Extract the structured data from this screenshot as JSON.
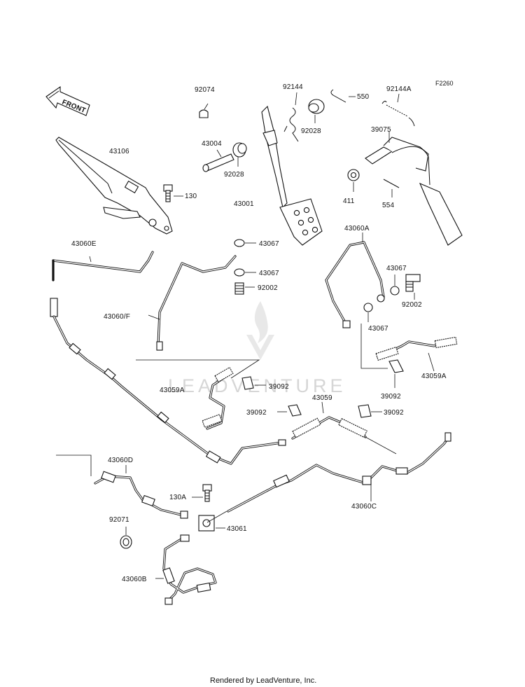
{
  "diagram_code": "F2260",
  "front_label": "FRONT",
  "footer": "Rendered by LeadVenture, Inc.",
  "watermark": "LEADVENTURE",
  "colors": {
    "ink": "#111111",
    "watermark": "#d6d6d6",
    "background": "#ffffff"
  },
  "parts": {
    "p92074": "92074",
    "p92144": "92144",
    "p550": "550",
    "p92144A": "92144A",
    "p43004": "43004",
    "p92028a": "92028",
    "p92028b": "92028",
    "p39075": "39075",
    "p43106": "43106",
    "p130": "130",
    "p43001": "43001",
    "p411": "411",
    "p554": "554",
    "p43060E": "43060E",
    "p43067a": "43067",
    "p43067b": "43067",
    "p92002a": "92002",
    "p43060A": "43060A",
    "p43067c": "43067",
    "p92002b": "92002",
    "p43067d": "43067",
    "p43060F": "43060/F",
    "p43059A_left": "43059A",
    "p39092a": "39092",
    "p43059A_right": "43059A",
    "p39092b": "39092",
    "p39092c": "39092",
    "p43059": "43059",
    "p39092d": "39092",
    "p43060D": "43060D",
    "p130A": "130A",
    "p43060C": "43060C",
    "p92071": "92071",
    "p43061": "43061",
    "p43060B": "43060B"
  }
}
